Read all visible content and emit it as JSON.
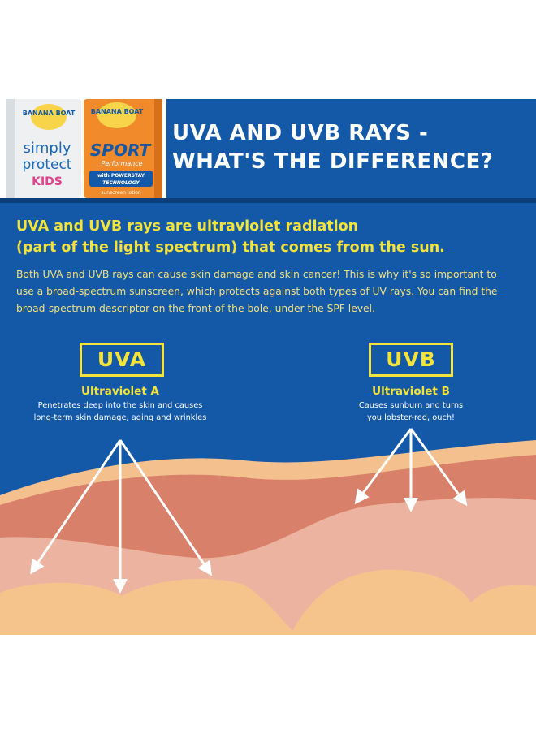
{
  "header": {
    "title_line1": "UVA AND UVB RAYS -",
    "title_line2": "WHAT'S THE DIFFERENCE?",
    "products": [
      {
        "brand": "BANANA BOAT",
        "line1": "simply",
        "line2": "protect",
        "line3": "KIDS"
      },
      {
        "brand": "BANANA BOAT",
        "line1": "SPORT",
        "line2": "Performance",
        "badge1": "with POWERSTAY",
        "badge2": "TECHNOLOGY",
        "footer": "sunscreen lotion"
      }
    ]
  },
  "headline": {
    "line1": "UVA and UVB rays are ultraviolet radiation",
    "line2": "(part of the light spectrum) that comes from the sun."
  },
  "body": {
    "line1": "Both UVA and UVB rays can cause skin damage and skin cancer! This is why it's so important to",
    "line2": "use a broad-spectrum sunscreen, which protects against both types of UV rays. You can find the",
    "line3": "broad-spectrum descriptor on the front of the bole, under the SPF level."
  },
  "uva": {
    "label": "UVA",
    "name": "Ultraviolet A",
    "desc_line1": "Penetrates deep into the skin and causes",
    "desc_line2": "long-term skin damage, aging and wrinkles"
  },
  "uvb": {
    "label": "UVB",
    "name": "Ultraviolet B",
    "desc_line1": "Causes sunburn and turns",
    "desc_line2": "you lobster-red, ouch!"
  },
  "colors": {
    "panel_blue": "#1458a8",
    "accent_yellow": "#f4e33a",
    "skin_outer": "#f3c08e",
    "skin_epidermis": "#d9806a",
    "skin_dermis": "#ecb4a0",
    "skin_deep": "#f5c48c"
  }
}
